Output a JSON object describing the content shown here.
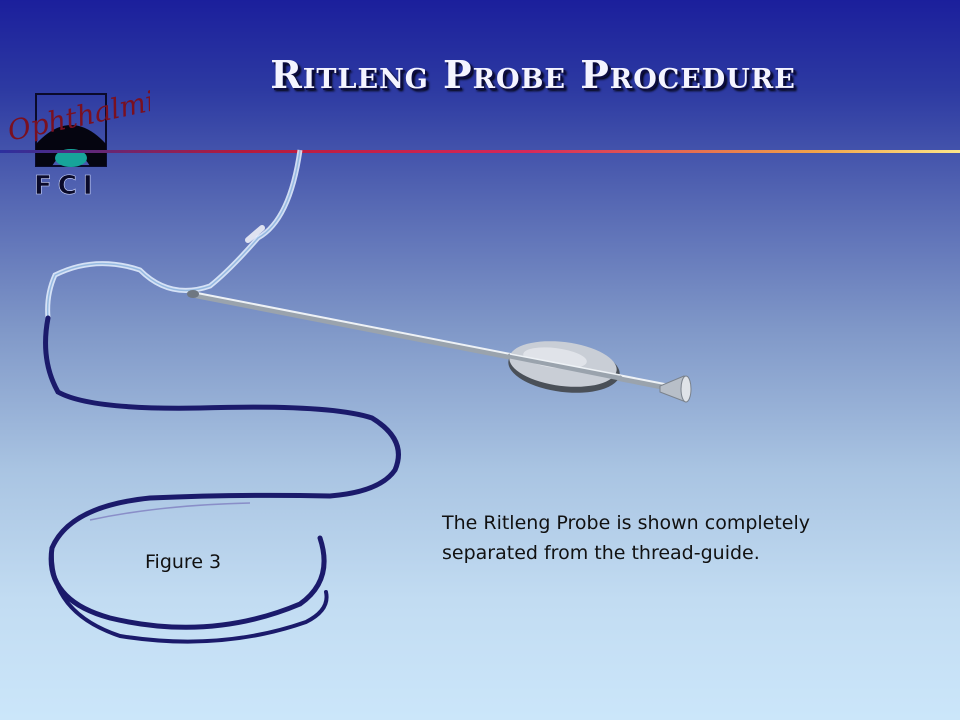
{
  "slide": {
    "title": "Ritleng Probe Procedure",
    "caption_line1": "The Ritleng Probe is shown completely",
    "caption_line2": "separated from the thread-guide.",
    "figure_label": "Figure 3"
  },
  "logo": {
    "script_text": "Ophthalmics",
    "letters": "FCI"
  },
  "colors": {
    "thread": "#1b1a6b",
    "title_text": "#f4f4ff"
  },
  "icons": [
    "ophthalmics-fci-logo",
    "ritleng-probe-illustration",
    "thread-guide-illustration"
  ]
}
